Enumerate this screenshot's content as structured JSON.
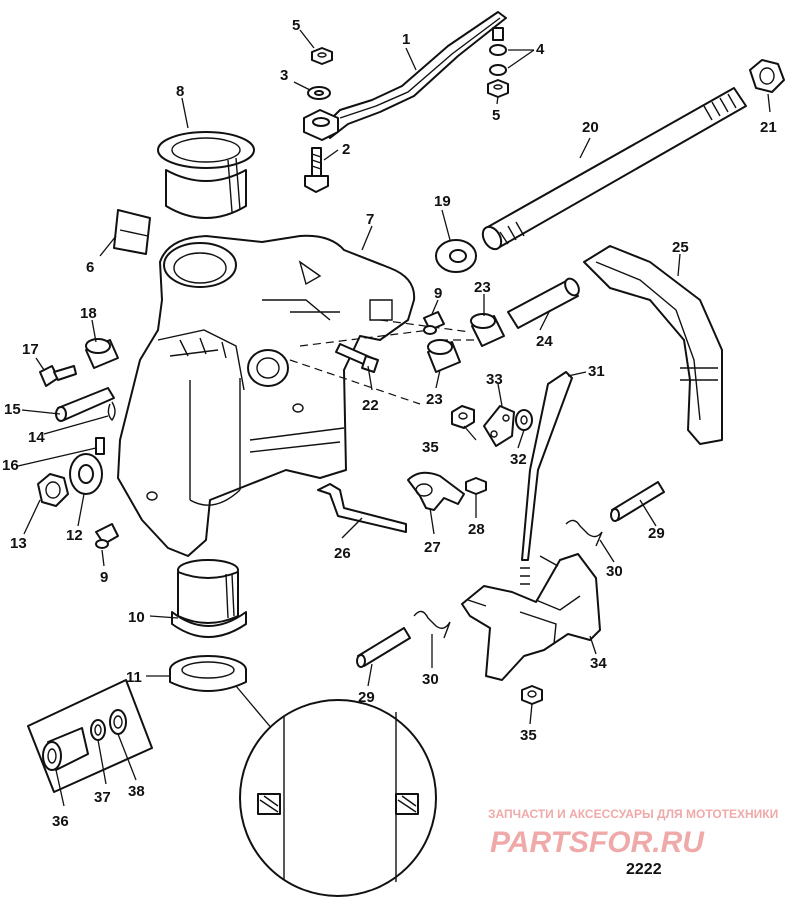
{
  "callouts": {
    "c1": "1",
    "c2": "2",
    "c3": "3",
    "c4": "4",
    "c5a": "5",
    "c5b": "5",
    "c6": "6",
    "c7": "7",
    "c8": "8",
    "c9a": "9",
    "c9b": "9",
    "c10": "10",
    "c11": "11",
    "c12": "12",
    "c13": "13",
    "c14": "14",
    "c15": "15",
    "c16": "16",
    "c17": "17",
    "c18": "18",
    "c19": "19",
    "c20": "20",
    "c21": "21",
    "c22": "22",
    "c23a": "23",
    "c23b": "23",
    "c24": "24",
    "c25": "25",
    "c26": "26",
    "c27": "27",
    "c28": "28",
    "c29a": "29",
    "c29b": "29",
    "c30a": "30",
    "c30b": "30",
    "c31": "31",
    "c32": "32",
    "c33": "33",
    "c34": "34",
    "c35a": "35",
    "c35b": "35",
    "c36": "36",
    "c37": "37",
    "c38": "38"
  },
  "watermark": {
    "caption": "ЗАПЧАСТИ И АКСЕССУАРЫ ДЛЯ МОТОТЕХНИКИ",
    "brand": "PARTSFOR.RU",
    "color": "#f0a9a9"
  },
  "diagram_code": "2222"
}
